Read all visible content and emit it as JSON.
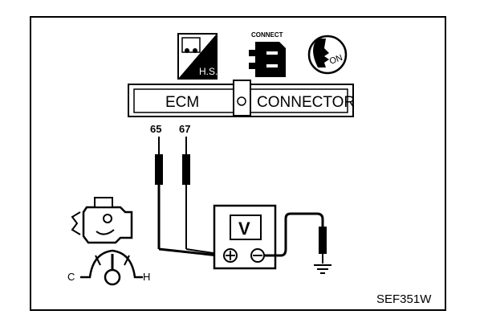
{
  "labels": {
    "ecm": "ECM",
    "connector": "CONNECTOR",
    "pin_a": "65",
    "pin_b": "67",
    "connect_caption": "CONNECT",
    "hs_badge": "H.S.",
    "on_key": "ON",
    "meter_symbol": "V",
    "cold": "C",
    "hot": "H",
    "figure_code": "SEF351W"
  },
  "icons": [
    "hs-badge-icon",
    "connect-plug-icon",
    "ignition-key-on-icon",
    "engine-icon",
    "temperature-gauge-icon",
    "ground-icon",
    "voltmeter-icon"
  ],
  "colors": {
    "line": "#000000",
    "background": "#ffffff"
  }
}
